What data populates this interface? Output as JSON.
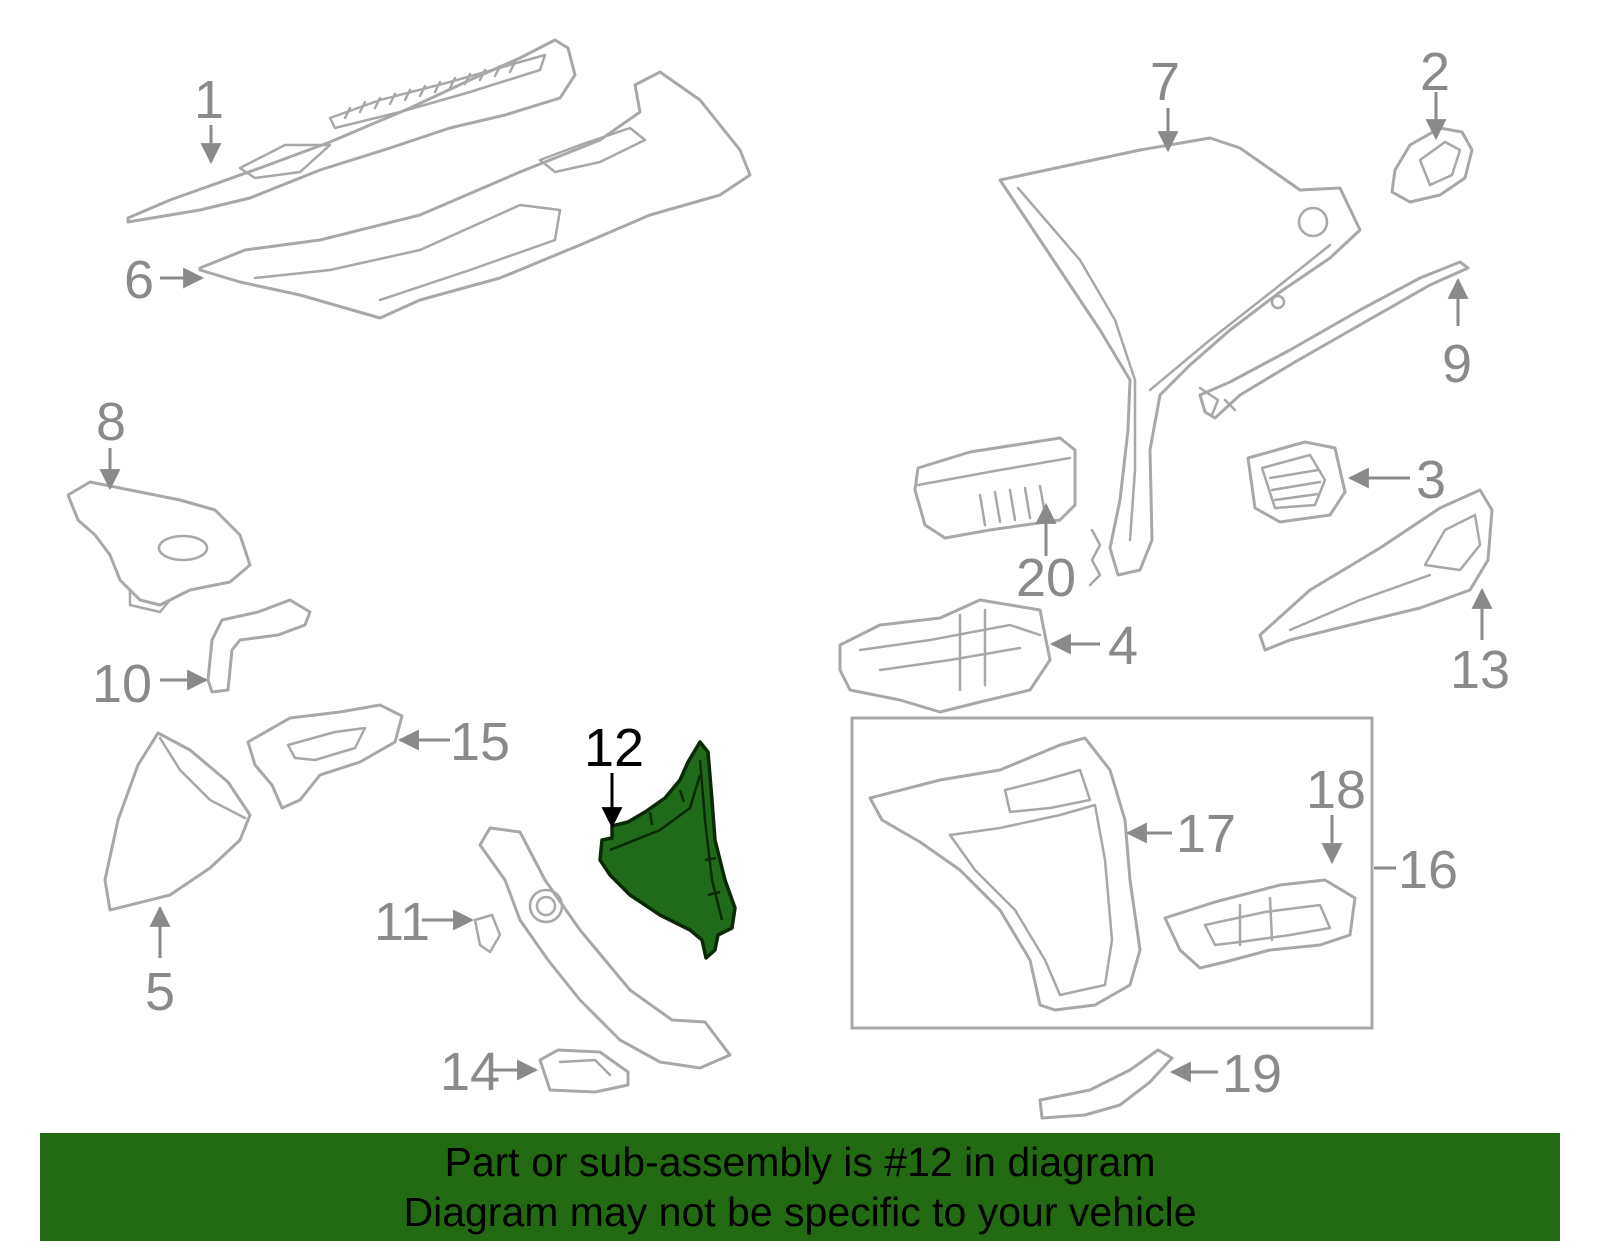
{
  "callouts": {
    "c1": "1",
    "c2": "2",
    "c3": "3",
    "c4": "4",
    "c5": "5",
    "c6": "6",
    "c7": "7",
    "c8": "8",
    "c9": "9",
    "c10": "10",
    "c11": "11",
    "c12": "12",
    "c13": "13",
    "c14": "14",
    "c15": "15",
    "c16": "16",
    "c17": "17",
    "c18": "18",
    "c19": "19",
    "c20": "20"
  },
  "highlighted_part": "12",
  "colors": {
    "highlight_fill": "#1f6b1a",
    "banner_background": "#236b12",
    "part_outline": "#a8a8a8",
    "callout_gray": "#8a8a8a"
  },
  "banner": {
    "line1": "Part or sub-assembly is #12 in diagram",
    "line2": "Diagram may not be specific to your vehicle"
  }
}
